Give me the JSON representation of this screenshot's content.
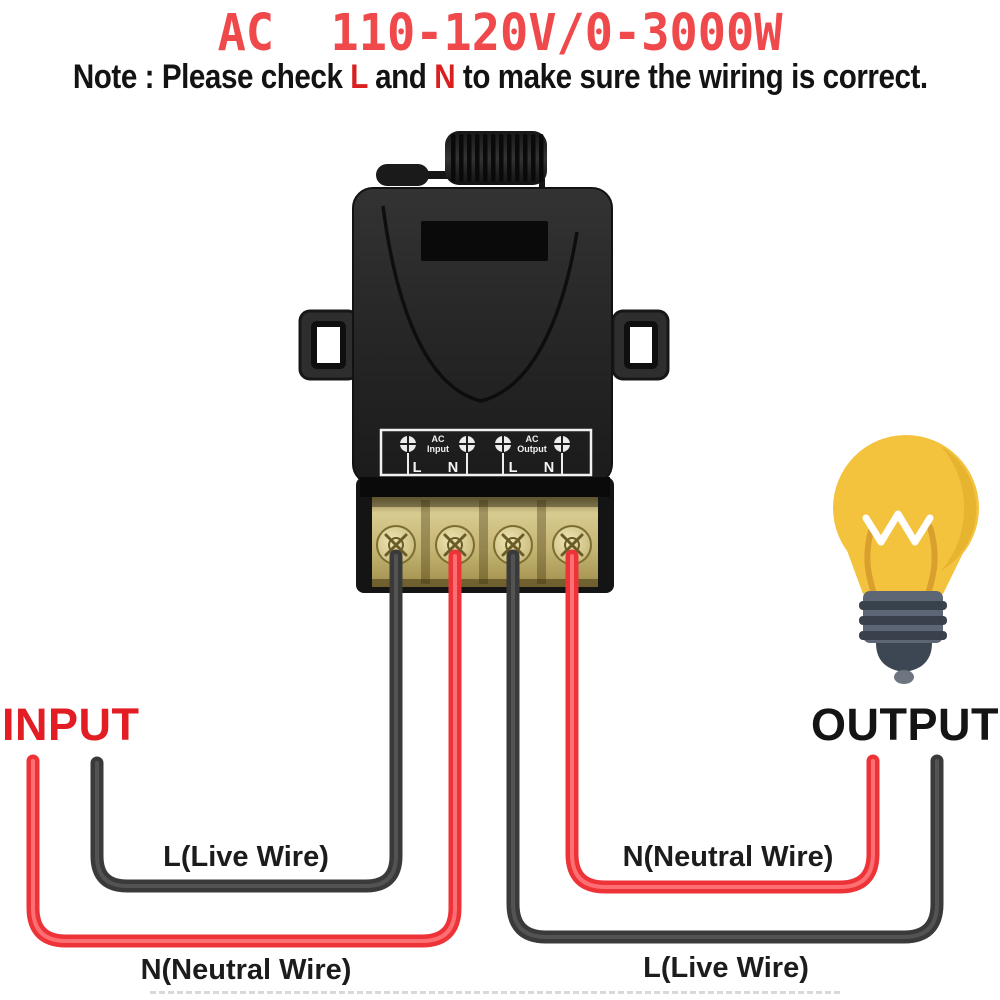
{
  "title": {
    "text": "AC  110-120V/0-3000W",
    "color": "#f0494c"
  },
  "note": {
    "prefix": "Note : Please check ",
    "live_letter": "L",
    "middle": " and ",
    "neutral_letter": "N",
    "suffix": " to make sure the wiring is correct.",
    "text_color": "#131313",
    "highlight_color": "#da1f1f"
  },
  "device": {
    "type": "rf-relay-switch-module",
    "panel": {
      "input_line1": "AC",
      "input_line2": "Input",
      "output_line1": "AC",
      "output_line2": "Output",
      "terminals": [
        "L",
        "N",
        "L",
        "N"
      ]
    },
    "colors": {
      "body": "#2b2b2b",
      "housing": "#141414",
      "brass": "#c9ba78"
    }
  },
  "wiring": {
    "input": {
      "label": "INPUT",
      "label_color": "#e21d24",
      "wires": [
        {
          "name": "input-live",
          "label": "L(Live Wire)",
          "color": "#3a3a3a"
        },
        {
          "name": "input-neutral",
          "label": "N(Neutral Wire)",
          "color": "#ee3338"
        }
      ]
    },
    "output": {
      "label": "OUTPUT",
      "label_color": "#141414",
      "wires": [
        {
          "name": "output-neutral",
          "label": "N(Neutral Wire)",
          "color": "#ee3338"
        },
        {
          "name": "output-live",
          "label": "L(Live Wire)",
          "color": "#3a3a3a"
        }
      ]
    }
  },
  "load": {
    "type": "light-bulb",
    "glass_color": "#f4c33d",
    "glass_shade_color": "#e3af2b",
    "filament_color": "#d9a02e",
    "base_color": "#5d6674",
    "base_stripe_color": "#39414d"
  }
}
